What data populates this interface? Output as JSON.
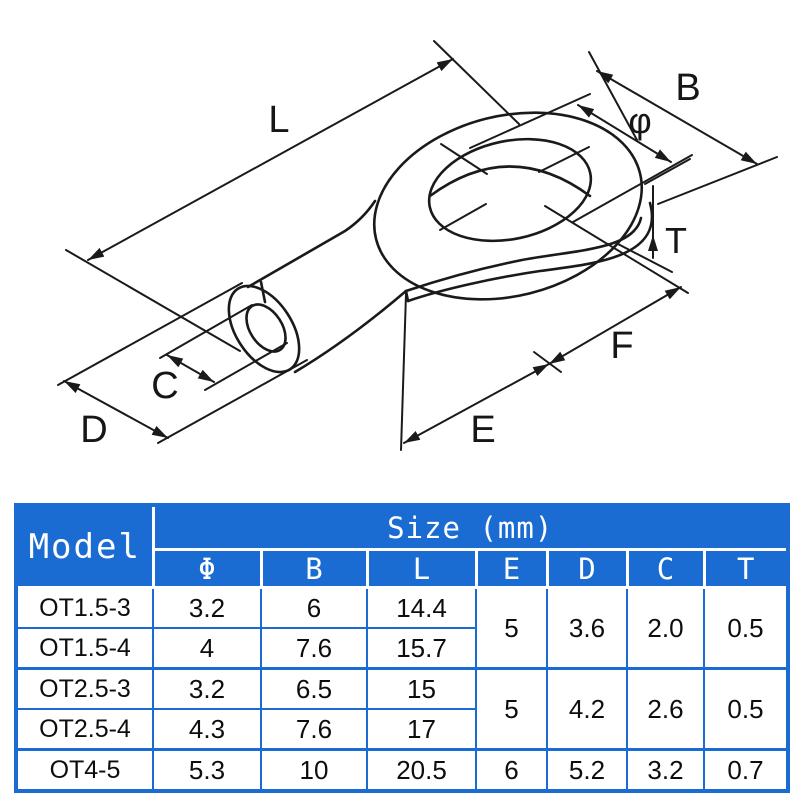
{
  "accent_blue": "#1A6BD2",
  "line_color": "#1a1a1a",
  "diagram": {
    "description": "isometric technical drawing of ring terminal lug",
    "labels": {
      "L": "L",
      "B": "B",
      "phi": "φ",
      "T": "T",
      "F": "F",
      "E": "E",
      "C": "C",
      "D": "D"
    }
  },
  "table": {
    "header": {
      "model": "Model",
      "size": "Size (mm)",
      "cols": [
        "Φ",
        "B",
        "L",
        "E",
        "D",
        "C",
        "T"
      ]
    },
    "rows": [
      {
        "model": "OT1.5-3",
        "phi": "3.2",
        "b": "6",
        "l": "14.4"
      },
      {
        "model": "OT1.5-4",
        "phi": "4",
        "b": "7.6",
        "l": "15.7"
      },
      {
        "model": "OT2.5-3",
        "phi": "3.2",
        "b": "6.5",
        "l": "15"
      },
      {
        "model": "OT2.5-4",
        "phi": "4.3",
        "b": "7.6",
        "l": "17"
      },
      {
        "model": "OT4-5",
        "phi": "5.3",
        "b": "10",
        "l": "20.5",
        "e": "6",
        "d": "5.2",
        "c": "3.2",
        "t": "0.7"
      }
    ],
    "merged": [
      {
        "e": "5",
        "d": "3.6",
        "c": "2.0",
        "t": "0.5"
      },
      {
        "e": "5",
        "d": "4.2",
        "c": "2.6",
        "t": "0.5"
      }
    ]
  }
}
